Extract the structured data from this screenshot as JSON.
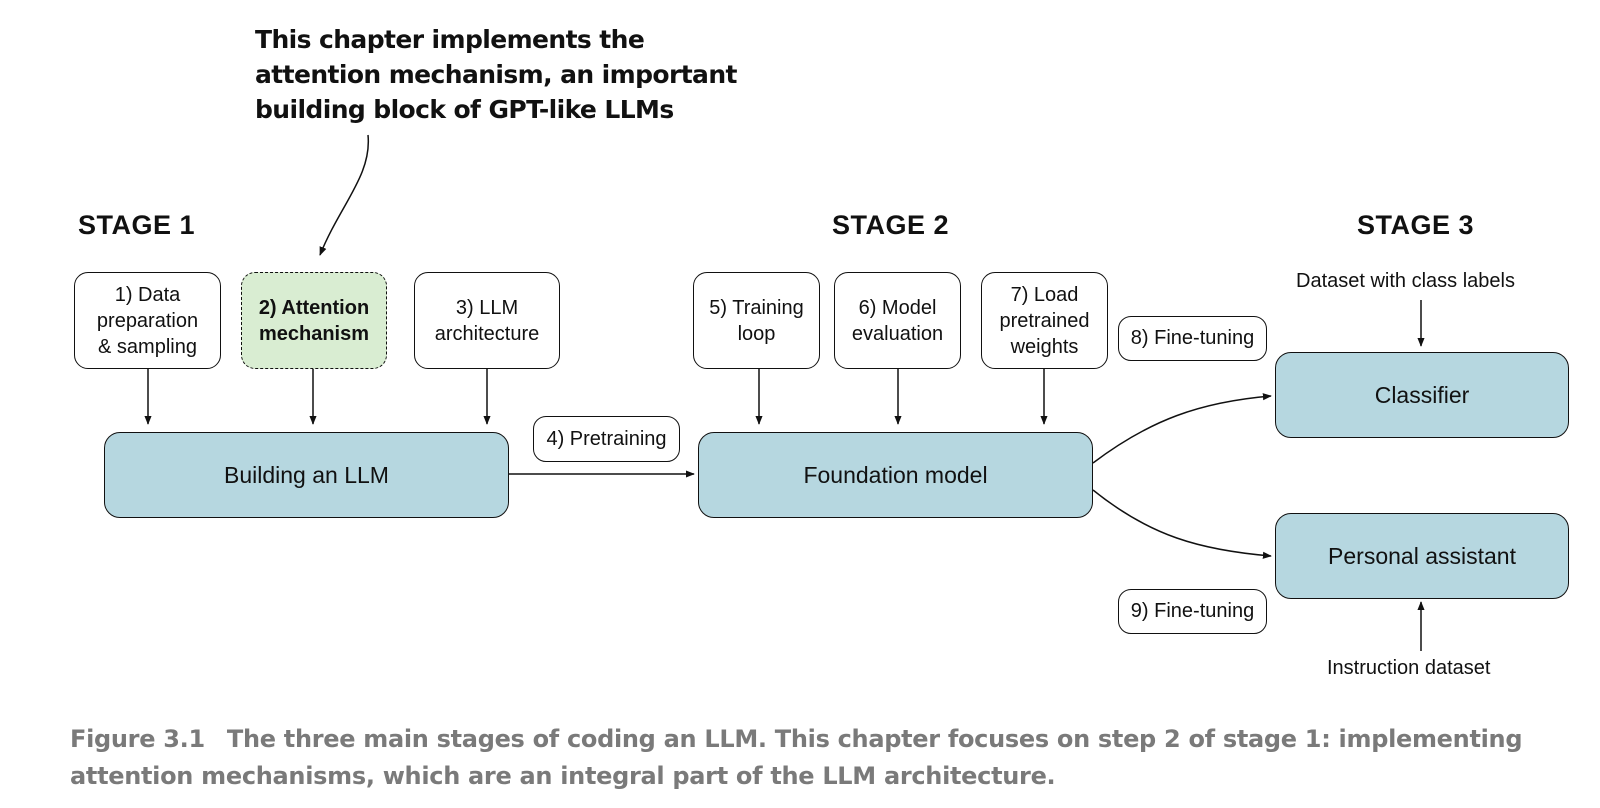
{
  "callout": {
    "lines": [
      "This chapter implements the",
      "attention mechanism, an important",
      "building block of GPT-like LLMs"
    ]
  },
  "stages": {
    "stage1": "STAGE 1",
    "stage2": "STAGE 2",
    "stage3": "STAGE 3"
  },
  "steps": {
    "step1": "1) Data\npreparation\n& sampling",
    "step2": "2) Attention\nmechanism",
    "step3": "3) LLM\narchitecture",
    "step4": "4) Pretraining",
    "step5": "5) Training\nloop",
    "step6": "6) Model\nevaluation",
    "step7": "7) Load\npretrained\nweights",
    "step8": "8) Fine-tuning",
    "step9": "9) Fine-tuning"
  },
  "blocks": {
    "building": "Building an LLM",
    "foundation": "Foundation model",
    "classifier": "Classifier",
    "assistant": "Personal assistant"
  },
  "inputs": {
    "class_labels": "Dataset with class labels",
    "instruction": "Instruction dataset"
  },
  "caption": {
    "number": "Figure 3.1",
    "line1": "The three main stages of coding an LLM. This chapter focuses on step 2 of stage 1: implementing",
    "line2": "attention mechanisms, which are an integral part of the LLM architecture."
  },
  "colors": {
    "block_fill": "#b6d7e0",
    "highlight_fill": "#d9edd2",
    "caption_text": "#7a7a7a"
  }
}
